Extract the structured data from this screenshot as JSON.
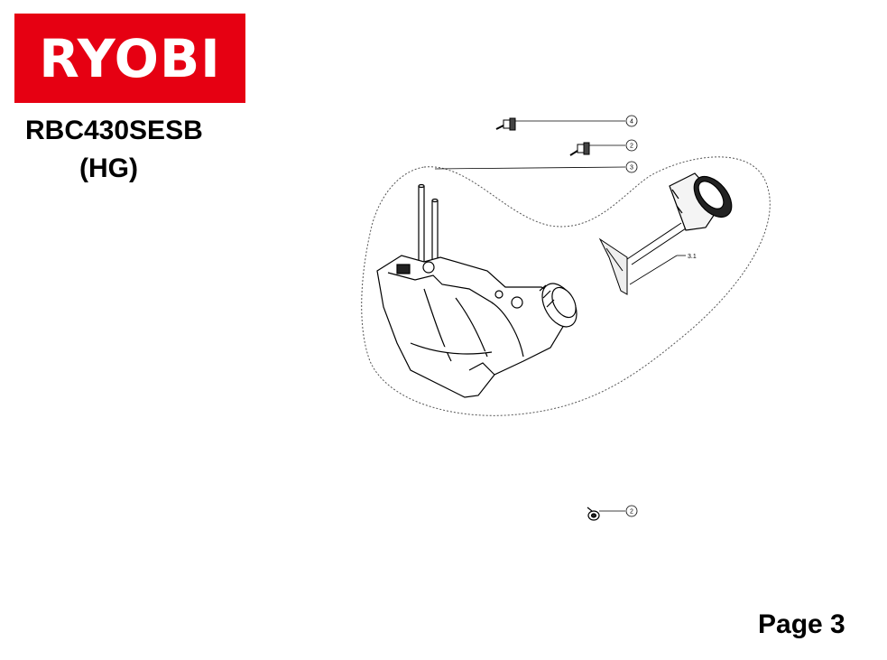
{
  "brand": {
    "logo_text": "RYOBI",
    "logo_color": "#e60012"
  },
  "header": {
    "model": "RBC430SESB",
    "variant": "(HG)"
  },
  "footer": {
    "page_label": "Page 3"
  },
  "callouts": [
    "4",
    "2",
    "3",
    "3.1",
    "2"
  ],
  "icons": [
    "screw-icon",
    "fuel-tank-icon",
    "fuel-cap-icon",
    "cap-tether-icon",
    "grommet-icon"
  ]
}
